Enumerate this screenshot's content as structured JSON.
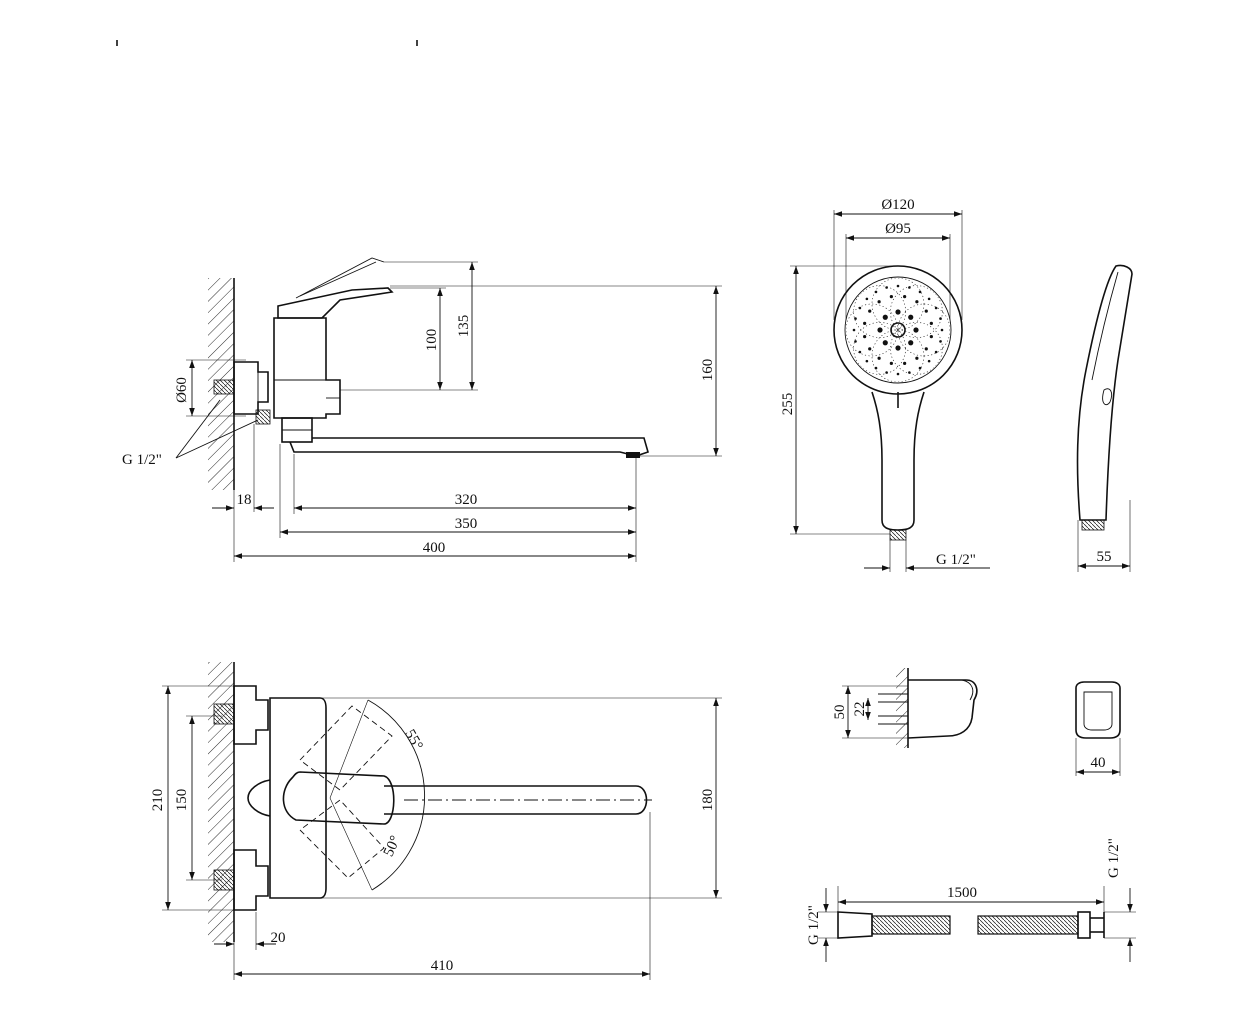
{
  "side_view": {
    "dim_18": "18",
    "dim_320": "320",
    "dim_350": "350",
    "dim_400": "400",
    "dim_100": "100",
    "dim_135": "135",
    "dim_160": "160",
    "dim_d60": "Ø60",
    "thread": "G 1/2\""
  },
  "shower_head": {
    "dim_d120": "Ø120",
    "dim_d95": "Ø95",
    "dim_255": "255",
    "thread": "G 1/2\"",
    "side_width": "55"
  },
  "top_view": {
    "dim_210": "210",
    "dim_150": "150",
    "dim_180": "180",
    "dim_20": "20",
    "dim_410": "410",
    "angle_55": "55°",
    "angle_50": "50°"
  },
  "holder": {
    "dim_50": "50",
    "dim_22": "22",
    "width_40": "40"
  },
  "hose": {
    "length": "1500",
    "thread_left": "G 1/2\"",
    "thread_right": "G 1/2\""
  }
}
